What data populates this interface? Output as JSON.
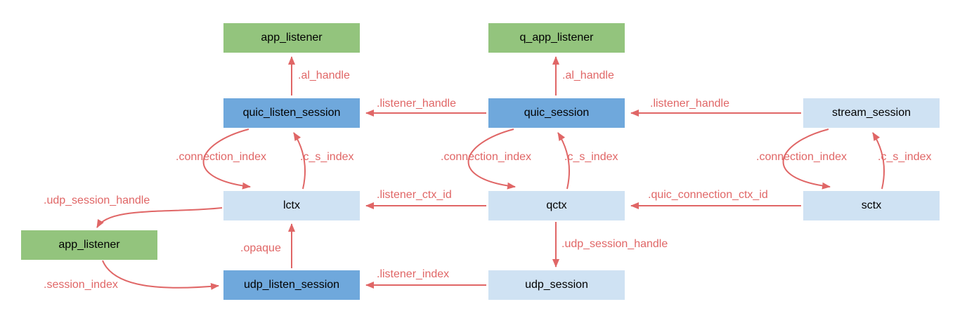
{
  "diagram": {
    "kind": "data-structure relationship diagram",
    "background": "#ffffff"
  },
  "colors": {
    "box_green": "#93c47d",
    "box_blue": "#6fa8dc",
    "box_light_blue": "#cfe2f3",
    "arrow": "#e06666",
    "node_text": "#000000"
  },
  "nodes": [
    {
      "id": "app-listener-top",
      "label": "app_listener",
      "style": "green"
    },
    {
      "id": "q-app-listener",
      "label": "q_app_listener",
      "style": "green"
    },
    {
      "id": "quic-listen-session",
      "label": "quic_listen_session",
      "style": "blue"
    },
    {
      "id": "quic-session",
      "label": "quic_session",
      "style": "blue"
    },
    {
      "id": "stream-session",
      "label": "stream_session",
      "style": "light"
    },
    {
      "id": "lctx",
      "label": "lctx",
      "style": "light"
    },
    {
      "id": "qctx",
      "label": "qctx",
      "style": "light"
    },
    {
      "id": "sctx",
      "label": "sctx",
      "style": "light"
    },
    {
      "id": "app-listener-left",
      "label": "app_listener",
      "style": "green"
    },
    {
      "id": "udp-listen-session",
      "label": "udp_listen_session",
      "style": "blue"
    },
    {
      "id": "udp-session",
      "label": "udp_session",
      "style": "light"
    }
  ],
  "edges": [
    {
      "id": "al-handle-left",
      "label": ".al_handle",
      "from": "quic-listen-session",
      "to": "app-listener-top"
    },
    {
      "id": "al-handle-right",
      "label": ".al_handle",
      "from": "quic-session",
      "to": "q-app-listener"
    },
    {
      "id": "listener-handle-mid",
      "label": ".listener_handle",
      "from": "quic-session",
      "to": "quic-listen-session"
    },
    {
      "id": "listener-handle-right",
      "label": ".listener_handle",
      "from": "stream-session",
      "to": "quic-session"
    },
    {
      "id": "c-s-index-left",
      "label": ".c_s_index",
      "from": "lctx",
      "to": "quic-listen-session"
    },
    {
      "id": "connection-index-left",
      "label": ".connection_index",
      "from": "quic-listen-session",
      "to": "lctx"
    },
    {
      "id": "c-s-index-mid",
      "label": ".c_s_index",
      "from": "qctx",
      "to": "quic-session"
    },
    {
      "id": "connection-index-mid",
      "label": ".connection_index",
      "from": "quic-session",
      "to": "qctx"
    },
    {
      "id": "c-s-index-right",
      "label": ".c_s_index",
      "from": "sctx",
      "to": "stream-session"
    },
    {
      "id": "connection-index-right",
      "label": ".connection_index",
      "from": "stream-session",
      "to": "sctx"
    },
    {
      "id": "listener-ctx-id",
      "label": ".listener_ctx_id",
      "from": "qctx",
      "to": "lctx"
    },
    {
      "id": "quic-connection-ctx-id",
      "label": ".quic_connection_ctx_id",
      "from": "sctx",
      "to": "qctx"
    },
    {
      "id": "udp-session-handle-left",
      "label": ".udp_session_handle",
      "from": "lctx",
      "to": "app-listener-left"
    },
    {
      "id": "opaque",
      "label": ".opaque",
      "from": "udp-listen-session",
      "to": "lctx"
    },
    {
      "id": "listener-index",
      "label": ".listener_index",
      "from": "udp-session",
      "to": "udp-listen-session"
    },
    {
      "id": "udp-session-handle-mid",
      "label": ".udp_session_handle",
      "from": "qctx",
      "to": "udp-session"
    },
    {
      "id": "session-index",
      "label": ".session_index",
      "from": "app-listener-left",
      "to": "udp-listen-session"
    }
  ]
}
